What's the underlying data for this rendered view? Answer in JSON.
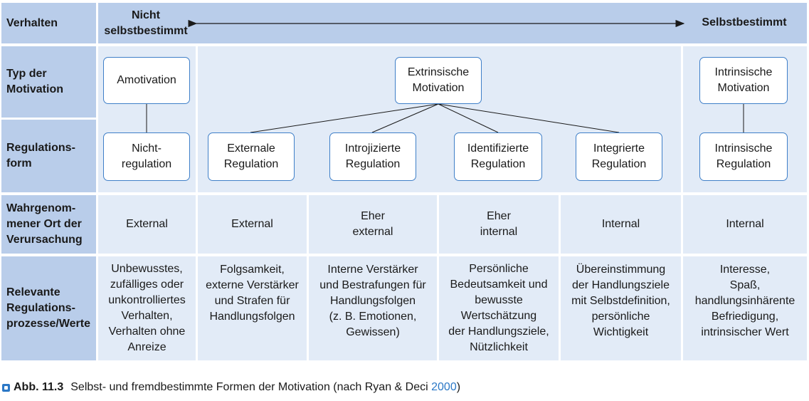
{
  "header": {
    "row_label": "Verhalten",
    "left_end": "Nicht\nselbstbestimmt",
    "right_end": "Selbstbestimmt"
  },
  "row_labels": {
    "motivation_type": "Typ der\nMotivation",
    "regulation_form": "Regulations-\nform",
    "locus": "Wahrgenom-\nmener Ort der\nVerursachung",
    "processes": "Relevante\nRegulations-\nprozesse/Werte"
  },
  "motivation_types": {
    "amotivation": "Amotivation",
    "extrinsic": "Extrinsische\nMotivation",
    "intrinsic": "Intrinsische\nMotivation"
  },
  "regulations": [
    "Nicht-\nregulation",
    "Externale\nRegulation",
    "Introjizierte\nRegulation",
    "Identifizierte\nRegulation",
    "Integrierte\nRegulation",
    "Intrinsische\nRegulation"
  ],
  "locus": [
    "External",
    "External",
    "Eher\nexternal",
    "Eher\ninternal",
    "Internal",
    "Internal"
  ],
  "processes": [
    "Unbewusstes,\nzufälliges oder\nunkontrolliertes\nVerhalten,\nVerhalten ohne\nAnreize",
    "Folgsamkeit,\nexterne Verstärker\nund Strafen für\nHandlungsfolgen",
    "Interne Verstärker\nund Bestrafungen für\nHandlungsfolgen\n(z. B. Emotionen,\nGewissen)",
    "Persönliche\nBedeutsamkeit und\nbewusste\nWertschätzung\nder Handlungsziele,\nNützlichkeit",
    "Übereinstimmung\nder Handlungsziele\nmit Selbstdefinition,\npersönliche\nWichtigkeit",
    "Interesse,\nSpaß,\nhandlungsinhärente\nBefriedigung,\nintrinsischer Wert"
  ],
  "caption": {
    "label": "Abb. 11.3",
    "text": "Selbst- und fremdbestimmte Formen der Motivation (nach Ryan & Deci ",
    "year": "2000",
    "close": ")"
  },
  "colors": {
    "header_fill": "#b9cdea",
    "cell_fill": "#e2ebf7",
    "box_border": "#3f7fc8",
    "caption_accent": "#2b78c6"
  }
}
